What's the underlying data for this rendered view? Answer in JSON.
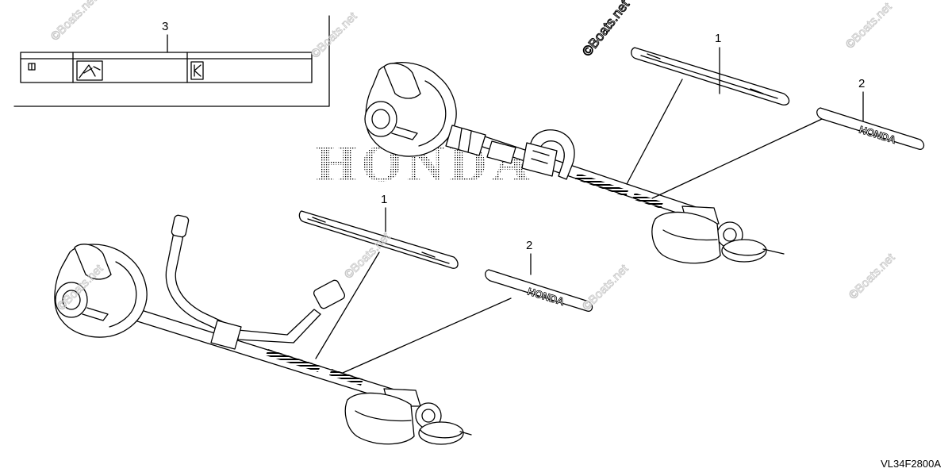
{
  "diagram": {
    "drawing_code": "VL34F2800A",
    "watermark_text": "©Boats.net",
    "brand_lettering": "HONDA",
    "callouts": [
      {
        "id": "label-set",
        "number": "3"
      },
      {
        "id": "upper-shaft-decal",
        "number": "1"
      },
      {
        "id": "upper-brand-decal",
        "number": "2"
      },
      {
        "id": "lower-shaft-decal",
        "number": "1"
      },
      {
        "id": "lower-brand-decal",
        "number": "2"
      }
    ]
  }
}
